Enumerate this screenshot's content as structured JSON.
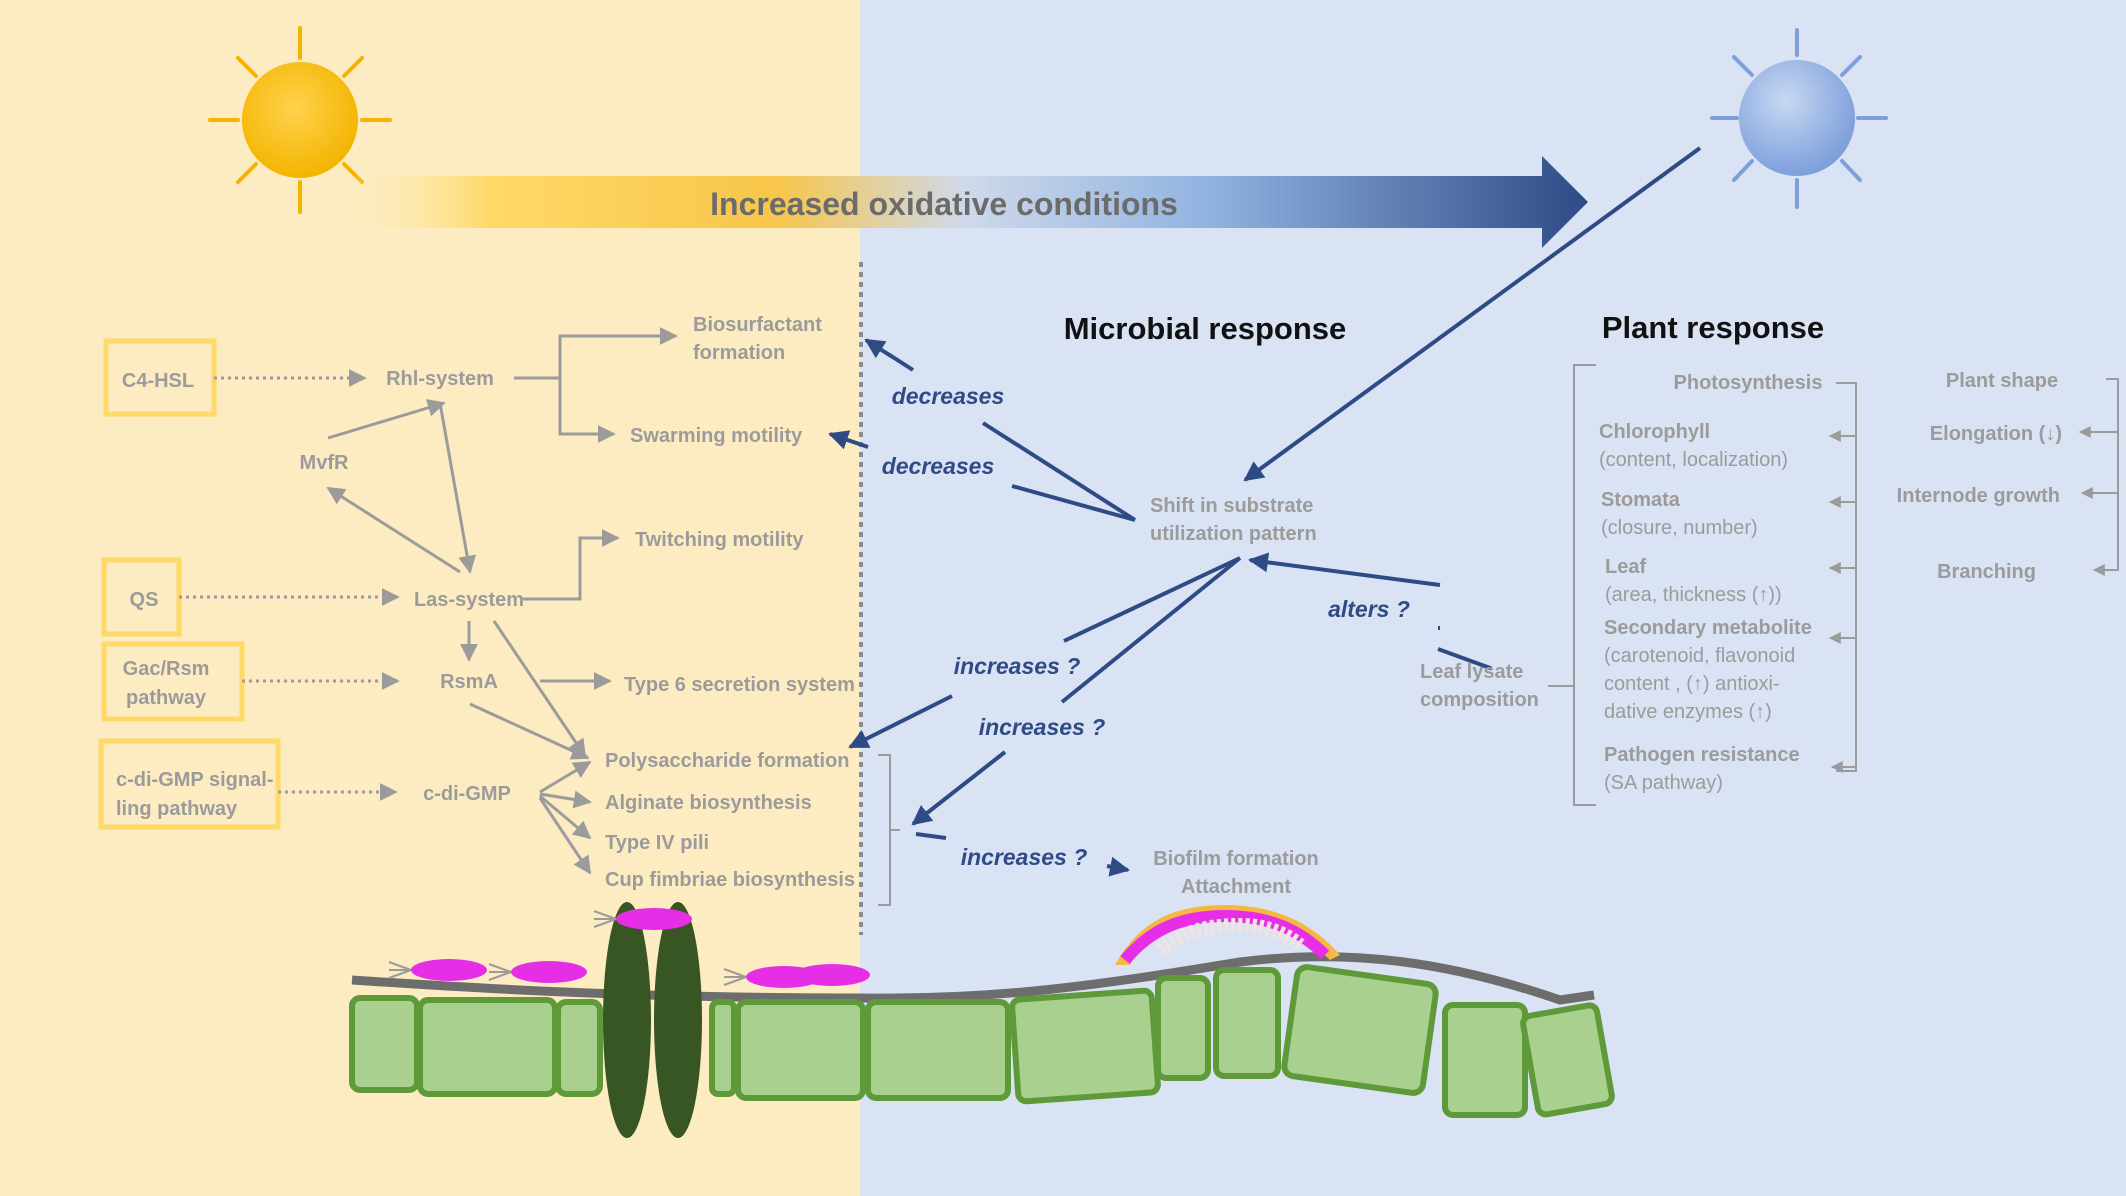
{
  "banner": {
    "label": "Increased oxidative conditions"
  },
  "headings": {
    "microbial": "Microbial response",
    "plant": "Plant response"
  },
  "signals": {
    "c4hsl": "C4-HSL",
    "qs": "QS",
    "gacrsm_1": "Gac/Rsm",
    "gacrsm_2": "pathway",
    "cdigmp_1": "c-di-GMP signal-",
    "cdigmp_2": "ling pathway"
  },
  "regulators": {
    "rhl": "Rhl-system",
    "mvfr": "MvfR",
    "las": "Las-system",
    "rsma": "RsmA",
    "cdigmp": "c-di-GMP"
  },
  "phenotypes": {
    "biosurfactant_1": "Biosurfactant",
    "biosurfactant_2": "formation",
    "swarming": "Swarming motility",
    "twitching": "Twitching motility",
    "t6ss": "Type 6 secretion system",
    "polysaccharide": "Polysaccharide formation",
    "alginate": "Alginate biosynthesis",
    "t4p": "Type IV pili",
    "cup": "Cup fimbriae biosynthesis"
  },
  "effects": {
    "decreases_1": "decreases",
    "decreases_2": "decreases",
    "increases_1": "increases ?",
    "increases_2": "increases ?",
    "increases_3": "increases ?",
    "alters": "alters ?"
  },
  "microbial": {
    "shift_1": "Shift in substrate",
    "shift_2": "utilization pattern",
    "biofilm_1": "Biofilm formation",
    "biofilm_2": "Attachment",
    "lysate_1": "Leaf lysate",
    "lysate_2": "composition"
  },
  "plant": {
    "photosynthesis": "Photosynthesis",
    "chlorophyll_1": "Chlorophyll",
    "chlorophyll_2": "(content, localization)",
    "stomata_1": "Stomata",
    "stomata_2": "(closure, number)",
    "leaf_1": "Leaf",
    "leaf_2": "(area, thickness (↑))",
    "secondary_1": "Secondary metabolite",
    "secondary_2": "(carotenoid, flavonoid",
    "secondary_3": "content , (↑) antioxi-",
    "secondary_4": "dative enzymes (↑)",
    "pathogen_1": "Pathogen resistance",
    "pathogen_2": "(SA pathway)",
    "shape": "Plant shape",
    "elongation": "Elongation (↓)",
    "internode": "Internode growth",
    "branching": "Branching"
  },
  "colors": {
    "left_bg": "#fdecc1",
    "right_bg": "#dae3f3",
    "accent_blue": "#2f4b86",
    "box_yellow": "#ffd966",
    "grey": "#9b9b9b",
    "leaf_green": "#a9d08e",
    "bacteria_magenta": "#e62ee6"
  }
}
